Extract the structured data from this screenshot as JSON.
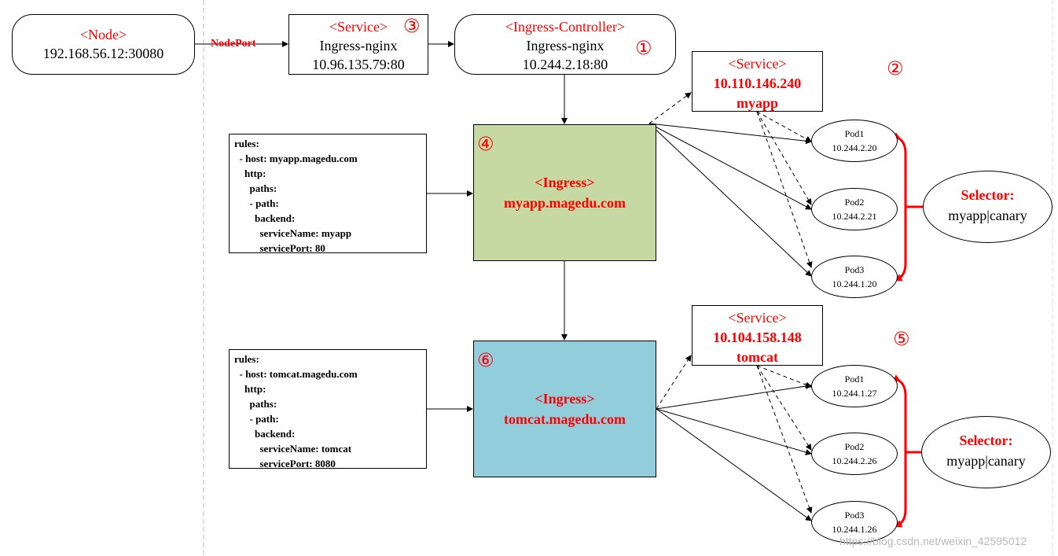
{
  "node": {
    "title": "<Node>",
    "address": "192.168.56.12:30080"
  },
  "edge_label_nodeport": "NodePort",
  "service_nginx": {
    "title": "<Service>",
    "number": "③",
    "name": "Ingress-nginx",
    "address": "10.96.135.79:80"
  },
  "ingress_controller": {
    "title": "<Ingress-Controller>",
    "number": "①",
    "name": "Ingress-nginx",
    "address": "10.244.2.18:80"
  },
  "service_myapp": {
    "title": "<Service>",
    "ip": "10.110.146.240",
    "name": "myapp",
    "number": "②"
  },
  "service_tomcat": {
    "title": "<Service>",
    "ip": "10.104.158.148",
    "name": "tomcat",
    "number": "⑤"
  },
  "rules_myapp": {
    "text": "rules:\n  - host: myapp.magedu.com\n    http:\n      paths:\n      - path:\n        backend:\n          serviceName: myapp\n          servicePort: 80"
  },
  "rules_tomcat": {
    "text": "rules:\n  - host: tomcat.magedu.com\n    http:\n      paths:\n      - path:\n        backend:\n          serviceName: tomcat\n          servicePort: 8080"
  },
  "ingress_myapp": {
    "number": "④",
    "title": "<Ingress>",
    "host": "myapp.magedu.com"
  },
  "ingress_tomcat": {
    "number": "⑥",
    "title": "<Ingress>",
    "host": "tomcat.magedu.com"
  },
  "pods_myapp": [
    {
      "name": "Pod1",
      "ip": "10.244.2.20"
    },
    {
      "name": "Pod2",
      "ip": "10.244.2.21"
    },
    {
      "name": "Pod3",
      "ip": "10.244.1.20"
    }
  ],
  "pods_tomcat": [
    {
      "name": "Pod1",
      "ip": "10.244.1.27"
    },
    {
      "name": "Pod2",
      "ip": "10.244.2.26"
    },
    {
      "name": "Pod3",
      "ip": "10.244.1.26"
    }
  ],
  "selector_myapp": {
    "title": "Selector:",
    "value": "myapp|canary"
  },
  "selector_tomcat": {
    "title": "Selector:",
    "value": "myapp|canary"
  },
  "watermark": "https://blog.csdn.net/weixin_42595012",
  "colors": {
    "accent": "#ff0000",
    "ingress_myapp_fill": "#c6d9a2",
    "ingress_tomcat_fill": "#92cddc"
  }
}
